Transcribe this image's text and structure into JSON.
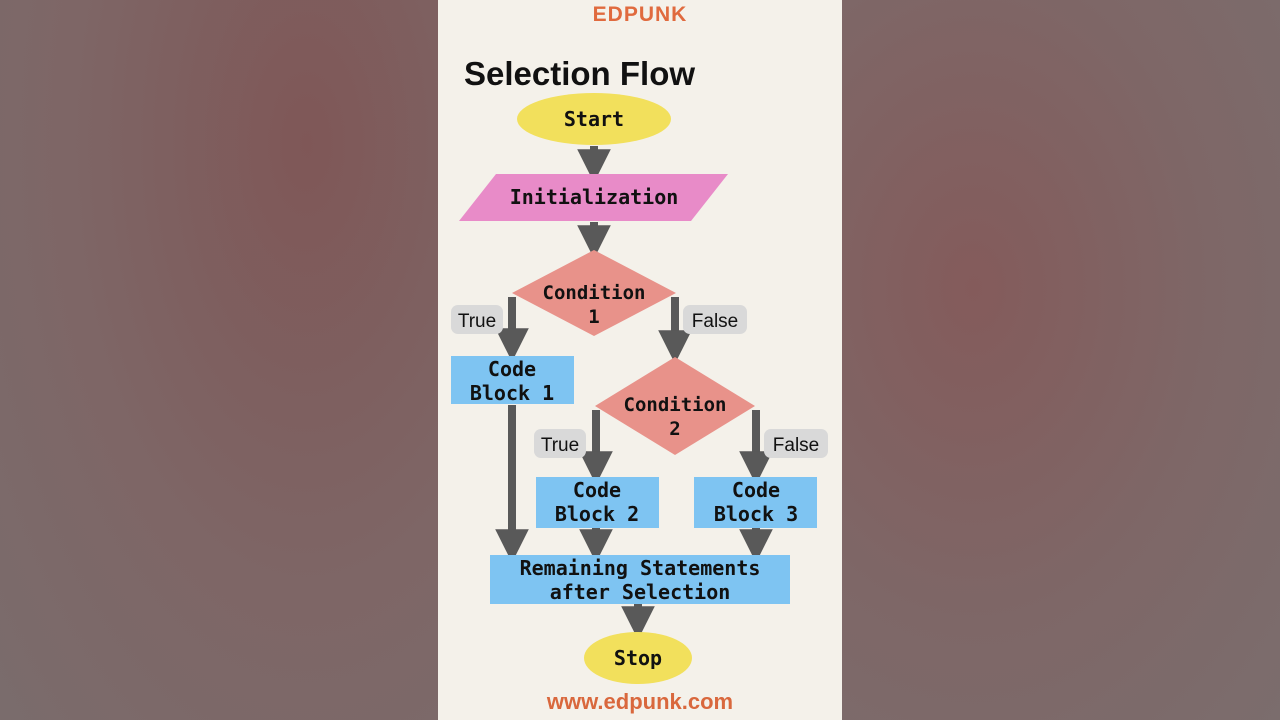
{
  "brand": "EDPUNK",
  "title": "Selection Flow",
  "footer": "www.edpunk.com",
  "nodes": {
    "start": "Start",
    "init": "Initialization",
    "cond1": [
      "Condition",
      "1"
    ],
    "code1": [
      "Code",
      "Block 1"
    ],
    "cond2": [
      "Condition",
      "2"
    ],
    "code2": [
      "Code",
      "Block 2"
    ],
    "code3": [
      "Code",
      "Block 3"
    ],
    "remaining": [
      "Remaining Statements",
      "after Selection"
    ],
    "stop": "Stop"
  },
  "edges": {
    "true1": "True",
    "false1": "False",
    "true2": "True",
    "false2": "False"
  },
  "colors": {
    "terminal": "#f2e05c",
    "io": "#e88bc8",
    "decision": "#e8928a",
    "process": "#7ec4f2",
    "arrow": "#595959",
    "tag_bg": "#d9d9d9",
    "brand": "#e06a3e"
  }
}
